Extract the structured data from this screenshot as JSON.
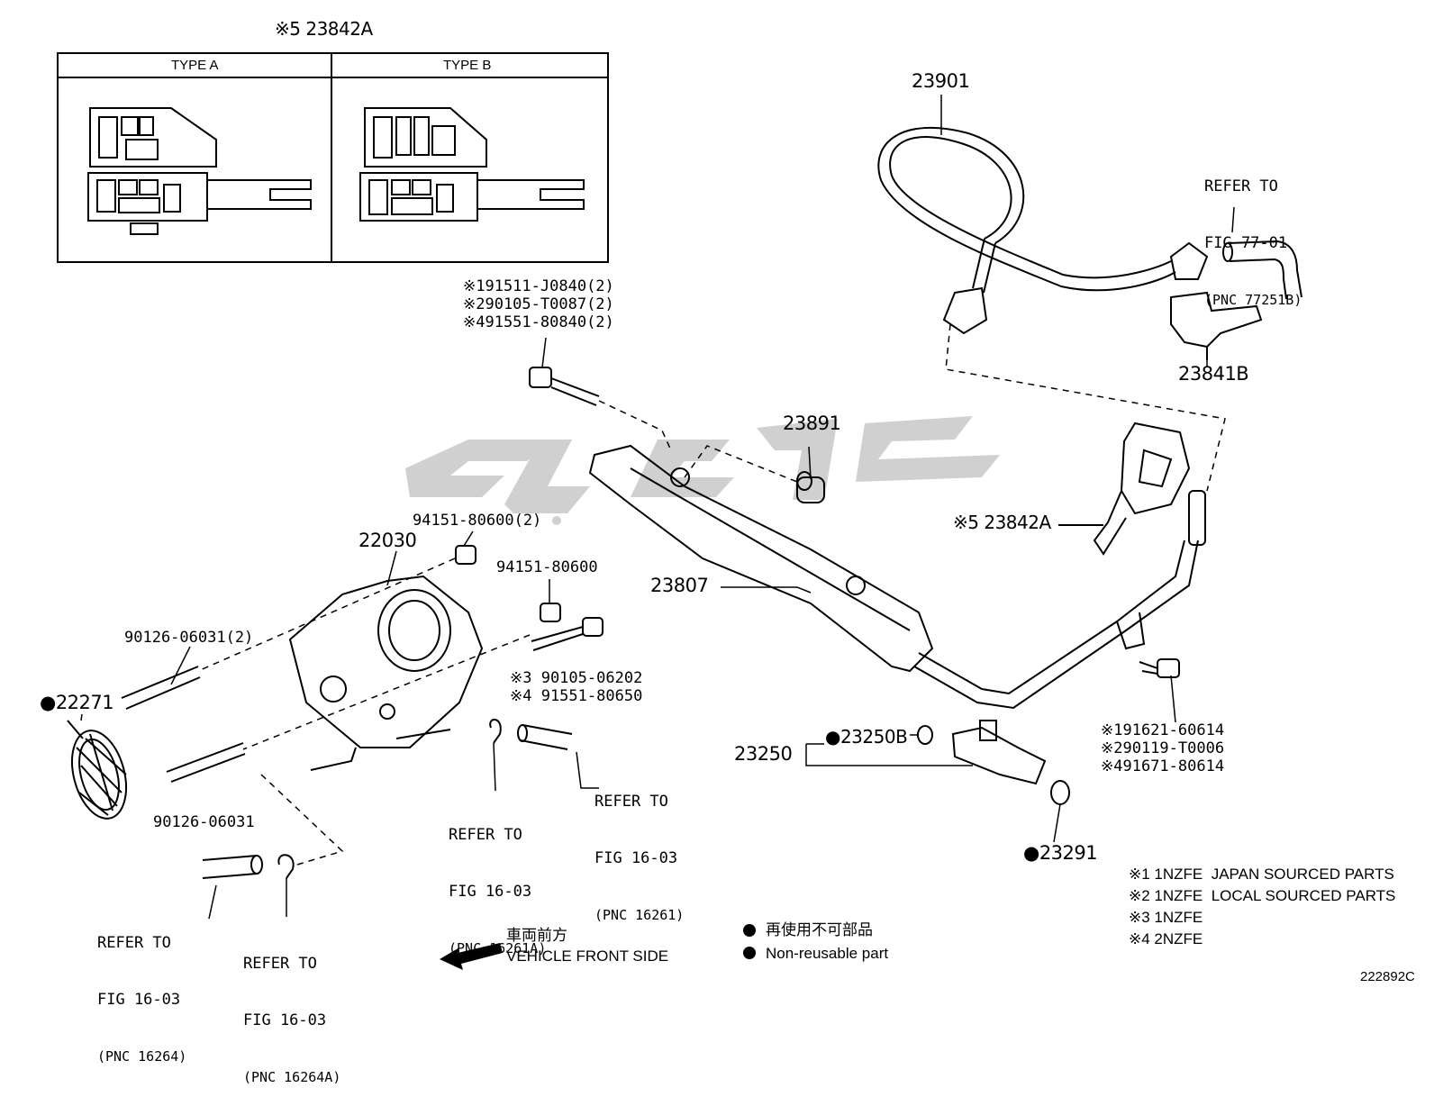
{
  "diagram_id": "222892C",
  "inset": {
    "callout": "※5 23842A",
    "type_a": "TYPE A",
    "type_b": "TYPE B"
  },
  "parts": {
    "p23901": "23901",
    "p23841b": "23841B",
    "p23891": "23891",
    "p23842a": "※5 23842A",
    "p23807": "23807",
    "p22030": "22030",
    "p22271": "●22271",
    "p23250": "23250",
    "p23250b": "●23250B",
    "p23291": "●23291"
  },
  "bolt_top": [
    "※191511-J0840(2)",
    "※290105-T0087(2)",
    "※491551-80840(2)"
  ],
  "nut_1": "94151-80600(2)",
  "nut_2": "94151-80600",
  "stud_1": "90126-06031(2)",
  "stud_2": "90126-06031",
  "bolt_tb": [
    "※3 90105-06202",
    "※4 91551-80650"
  ],
  "bolt_right": [
    "※191621-60614",
    "※290119-T0006",
    "※491671-80614"
  ],
  "refs": {
    "r77": [
      "REFER TO",
      "FIG 77-01",
      "(PNC 77251B)"
    ],
    "r16261": [
      "REFER TO",
      "FIG 16-03",
      "(PNC 16261)"
    ],
    "r16261a": [
      "REFER TO",
      "FIG 16-03",
      "(PNC 16261A)"
    ],
    "r16264": [
      "REFER TO",
      "FIG 16-03",
      "(PNC 16264)"
    ],
    "r16264a": [
      "REFER TO",
      "FIG 16-03",
      "(PNC 16264A)"
    ]
  },
  "notes": [
    "※1 1NZFE  JAPAN SOURCED PARTS",
    "※2 1NZFE  LOCAL SOURCED PARTS",
    "※3 1NZFE",
    "※4 2NZFE"
  ],
  "legend": {
    "jp_nonreusable": "再使用不可部品",
    "nonreusable": "Non-reusable part",
    "jp_front": "車両前方",
    "front": "VEHICLE FRONT SIDE"
  }
}
